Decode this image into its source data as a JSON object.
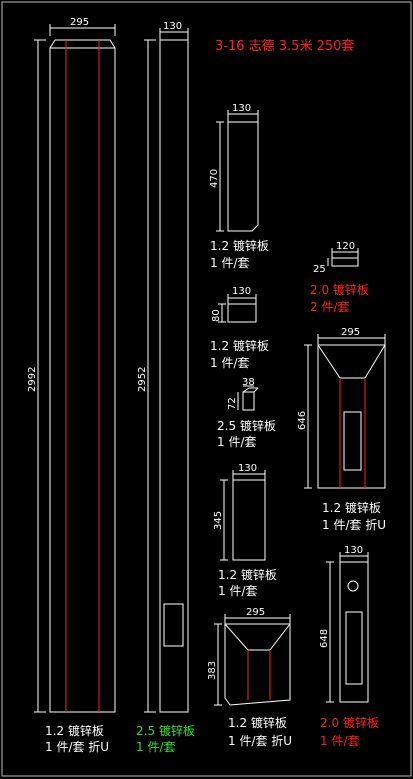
{
  "title": "3-16 志德 3.5米  250套",
  "colors": {
    "background": "#000000",
    "line": "#ffffff",
    "centerline": "#ff2020",
    "title": "#ff2020",
    "green_label": "#30e030"
  },
  "parts": {
    "p1": {
      "dim_w": "295",
      "dim_h": "2992",
      "material": "1.2 镀锌板",
      "qty": "1 件/套 折U"
    },
    "p2": {
      "dim_w": "130",
      "dim_h": "2952",
      "material": "2.5 镀锌板",
      "qty": "1 件/套"
    },
    "p3": {
      "dim_w": "130",
      "dim_h": "470",
      "material": "1.2 镀锌板",
      "qty": "1 件/套"
    },
    "p4": {
      "dim_w": "130",
      "dim_h": "80",
      "material": "1.2 镀锌板",
      "qty": "1 件/套"
    },
    "p5": {
      "dim_w": "38",
      "dim_h": "72",
      "material": "2.5 镀锌板",
      "qty": "1 件/套"
    },
    "p6": {
      "dim_w": "130",
      "dim_h": "345",
      "material": "1.2 镀锌板",
      "qty": "1 件/套"
    },
    "p7": {
      "dim_w": "295",
      "dim_h": "383",
      "material": "1.2 镀锌板",
      "qty": "1 件/套 折U"
    },
    "p8": {
      "dim_w": "120",
      "dim_h": "25",
      "material": "2.0 镀锌板",
      "qty": "2 件/套"
    },
    "p9": {
      "dim_w": "295",
      "dim_h": "646",
      "material": "1.2 镀锌板",
      "qty": "1 件/套 折U"
    },
    "p10": {
      "dim_w": "130",
      "dim_h": "648",
      "material": "2.0 镀锌板",
      "qty": "1 件/套"
    }
  }
}
